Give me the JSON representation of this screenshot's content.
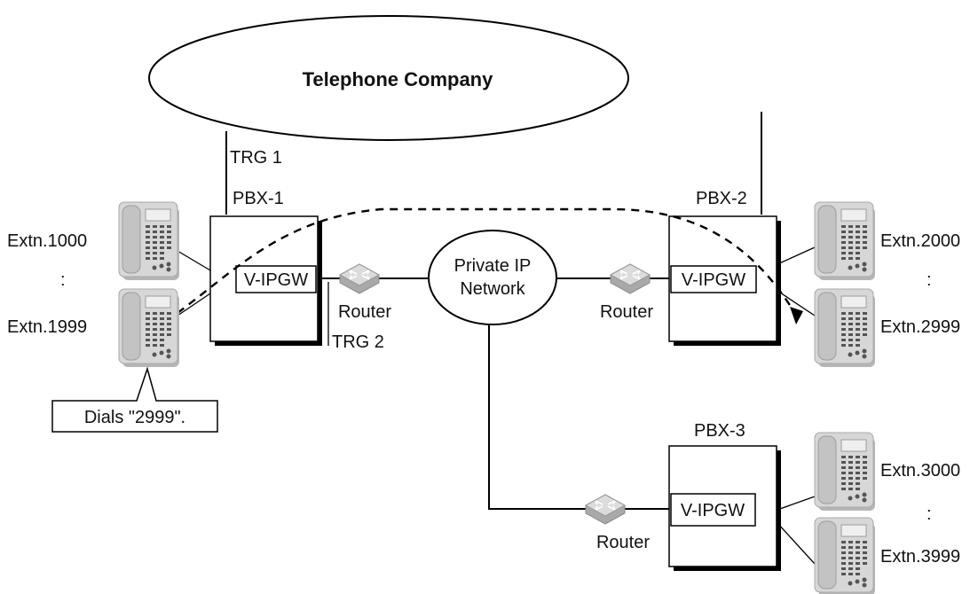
{
  "telco": {
    "label": "Telephone Company"
  },
  "network": {
    "line1": "Private IP",
    "line2": "Network"
  },
  "trunks": {
    "trg1": "TRG 1",
    "trg2": "TRG 2"
  },
  "pbx": [
    {
      "name": "PBX-1",
      "gateway": "V-IPGW"
    },
    {
      "name": "PBX-2",
      "gateway": "V-IPGW"
    },
    {
      "name": "PBX-3",
      "gateway": "V-IPGW"
    }
  ],
  "routers": [
    "Router",
    "Router",
    "Router"
  ],
  "extensions": {
    "pbx1_top": "Extn.1000",
    "pbx1_bottom": "Extn.1999",
    "pbx2_top": "Extn.2000",
    "pbx2_bottom": "Extn.2999",
    "pbx3_top": "Extn.3000",
    "pbx3_bottom": "Extn.3999",
    "ellipsis": ":"
  },
  "callout": {
    "text": "Dials \"2999\"."
  }
}
